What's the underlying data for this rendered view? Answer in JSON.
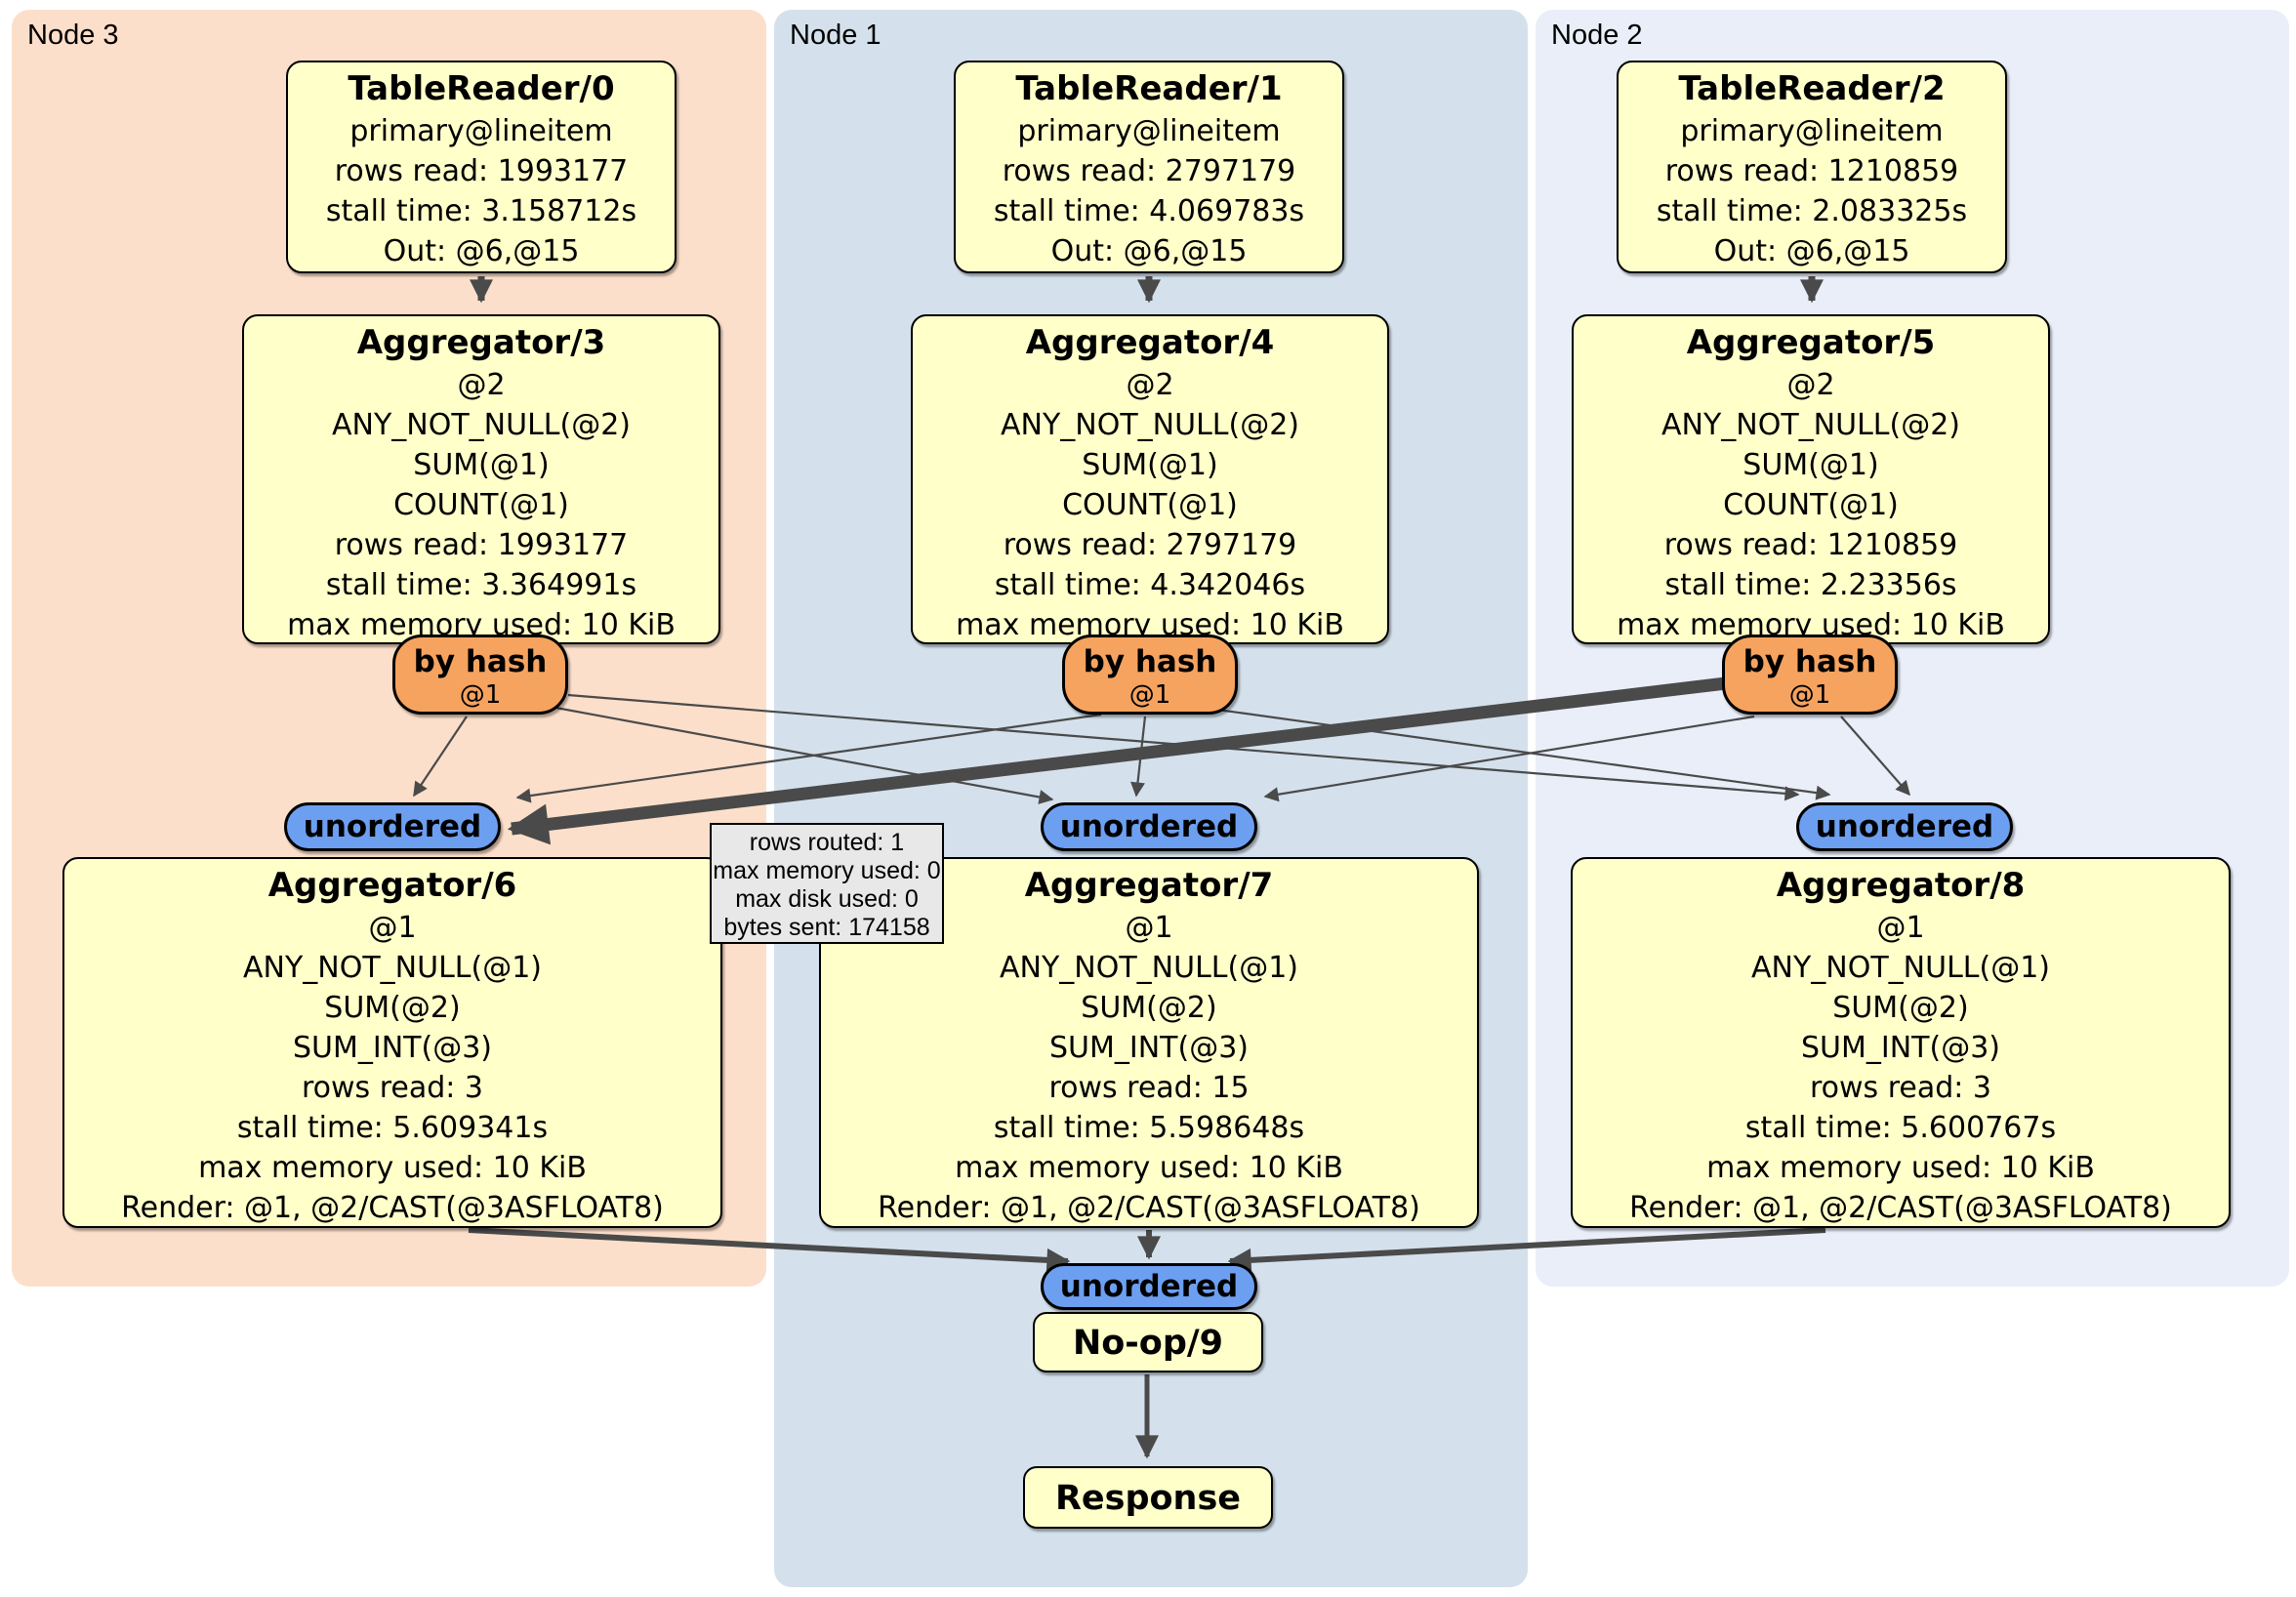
{
  "regions": {
    "node3": {
      "label": "Node 3",
      "color": "#fcdfca"
    },
    "node1": {
      "label": "Node 1",
      "color": "#d4e1ec"
    },
    "node2": {
      "label": "Node 2",
      "color": "#e9eef8"
    }
  },
  "boxes": {
    "tr0": {
      "title": "TableReader/0",
      "lines": [
        "primary@lineitem",
        "rows read: 1993177",
        "stall time: 3.158712s",
        "Out: @6,@15"
      ]
    },
    "tr1": {
      "title": "TableReader/1",
      "lines": [
        "primary@lineitem",
        "rows read: 2797179",
        "stall time: 4.069783s",
        "Out: @6,@15"
      ]
    },
    "tr2": {
      "title": "TableReader/2",
      "lines": [
        "primary@lineitem",
        "rows read: 1210859",
        "stall time: 2.083325s",
        "Out: @6,@15"
      ]
    },
    "agg3": {
      "title": "Aggregator/3",
      "lines": [
        "@2",
        "ANY_NOT_NULL(@2)",
        "SUM(@1)",
        "COUNT(@1)",
        "rows read: 1993177",
        "stall time: 3.364991s",
        "max memory used: 10 KiB"
      ]
    },
    "agg4": {
      "title": "Aggregator/4",
      "lines": [
        "@2",
        "ANY_NOT_NULL(@2)",
        "SUM(@1)",
        "COUNT(@1)",
        "rows read: 2797179",
        "stall time: 4.342046s",
        "max memory used: 10 KiB"
      ]
    },
    "agg5": {
      "title": "Aggregator/5",
      "lines": [
        "@2",
        "ANY_NOT_NULL(@2)",
        "SUM(@1)",
        "COUNT(@1)",
        "rows read: 1210859",
        "stall time: 2.23356s",
        "max memory used: 10 KiB"
      ]
    },
    "agg6": {
      "title": "Aggregator/6",
      "lines": [
        "@1",
        "ANY_NOT_NULL(@1)",
        "SUM(@2)",
        "SUM_INT(@3)",
        "rows read: 3",
        "stall time: 5.609341s",
        "max memory used: 10 KiB",
        "Render: @1, @2/CAST(@3ASFLOAT8)"
      ]
    },
    "agg7": {
      "title": "Aggregator/7",
      "lines": [
        "@1",
        "ANY_NOT_NULL(@1)",
        "SUM(@2)",
        "SUM_INT(@3)",
        "rows read: 15",
        "stall time: 5.598648s",
        "max memory used: 10 KiB",
        "Render: @1, @2/CAST(@3ASFLOAT8)"
      ]
    },
    "agg8": {
      "title": "Aggregator/8",
      "lines": [
        "@1",
        "ANY_NOT_NULL(@1)",
        "SUM(@2)",
        "SUM_INT(@3)",
        "rows read: 3",
        "stall time: 5.600767s",
        "max memory used: 10 KiB",
        "Render: @1, @2/CAST(@3ASFLOAT8)"
      ]
    },
    "noop": {
      "title": "No-op/9"
    },
    "response": {
      "title": "Response"
    }
  },
  "router": {
    "label": "by hash",
    "sublabel": "@1"
  },
  "sync": {
    "label": "unordered"
  },
  "tooltip": {
    "lines": [
      "rows routed: 1",
      "max memory used: 0",
      "max disk used: 0",
      "bytes sent: 174158"
    ]
  },
  "colors": {
    "box_fill": "#ffffca",
    "router_fill": "#f6a35f",
    "sync_fill": "#6d9ff1",
    "edge": "#4a4a4a",
    "tooltip_fill": "#e8e8e8"
  }
}
